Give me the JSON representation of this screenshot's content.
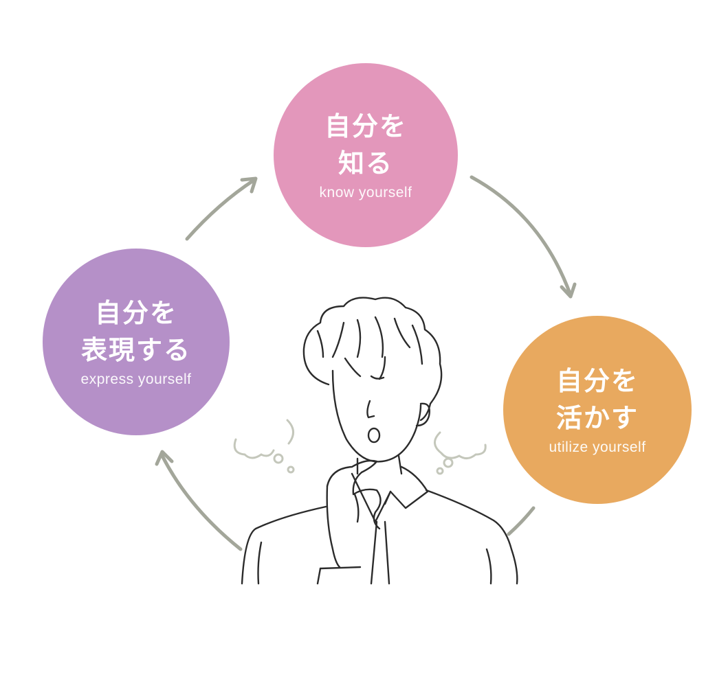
{
  "colors": {
    "know": "#e397bb",
    "express": "#b590c8",
    "utilize": "#e8a95f",
    "arrow": "#a3a69a",
    "line": "#2b2b2b",
    "thought": "#c4c7bb"
  },
  "nodes": [
    {
      "id": "know",
      "jp_line1": "自分を",
      "jp_line2": "知る",
      "en": "know yourself"
    },
    {
      "id": "express",
      "jp_line1": "自分を",
      "jp_line2": "表現する",
      "en": "express yourself"
    },
    {
      "id": "utilize",
      "jp_line1": "自分を",
      "jp_line2": "活かす",
      "en": "utilize yourself"
    }
  ],
  "illustration": "thinking-person-icon"
}
